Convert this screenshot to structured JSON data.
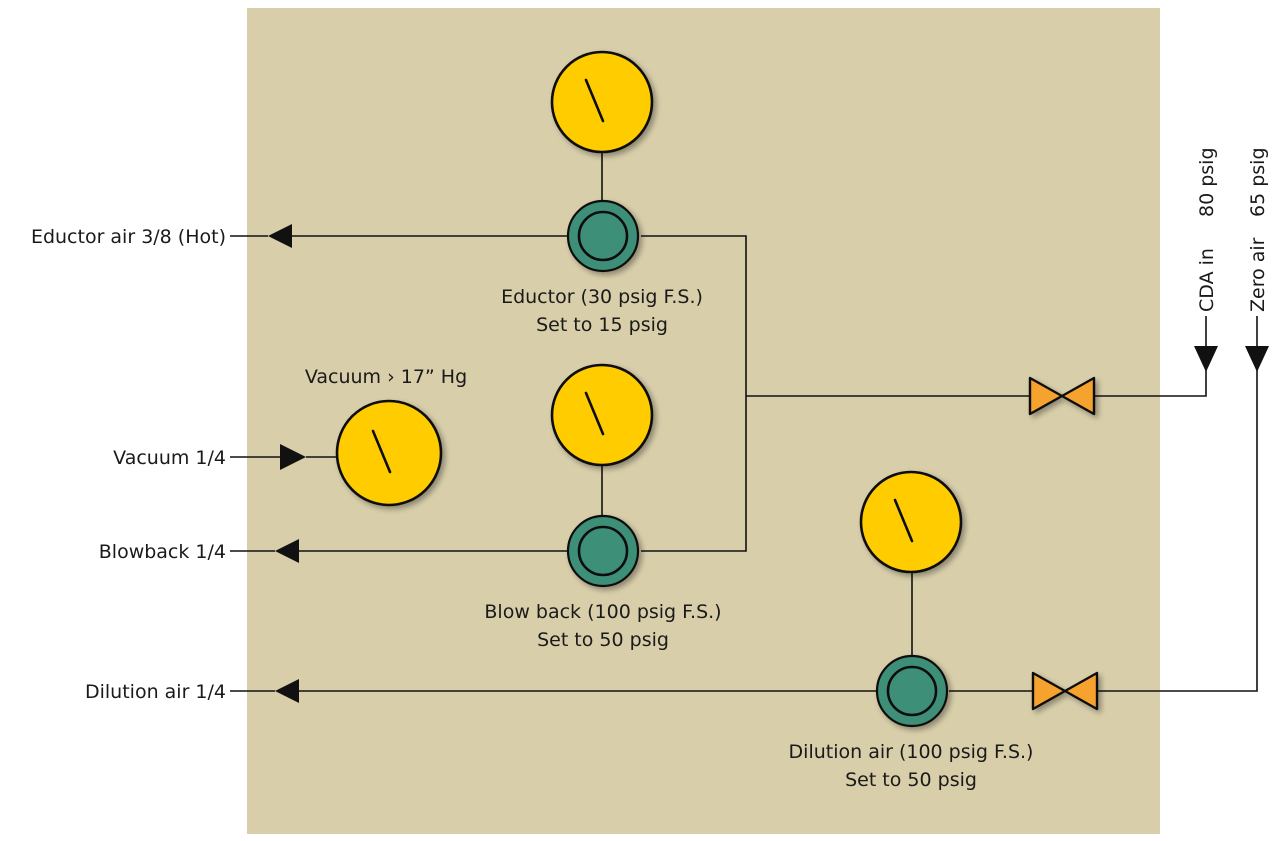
{
  "ports": {
    "eductor_air": "Eductor air 3/8 (Hot)",
    "vacuum": "Vacuum 1/4",
    "blowback": "Blowback 1/4",
    "dilution_air": "Dilution air 1/4"
  },
  "vacuum_gauge": {
    "label": "Vacuum › 17” Hg"
  },
  "regulators": {
    "eductor": {
      "line1": "Eductor (30 psig F.S.)",
      "line2": "Set to 15 psig"
    },
    "blowback": {
      "line1": "Blow back (100 psig F.S.)",
      "line2": "Set to 50 psig"
    },
    "dilution": {
      "line1": "Dilution air (100 psig F.S.)",
      "line2": "Set to 50 psig"
    }
  },
  "supplies": {
    "cda": {
      "name": "CDA in",
      "pressure": "80 psig"
    },
    "zero_air": {
      "name": "Zero air",
      "pressure": "65 psig"
    }
  },
  "colors": {
    "panel": "#d8ceaa",
    "gauge": "#ffcc00",
    "regulator": "#3e8f78",
    "valve": "#f6a22e",
    "line": "#111111"
  }
}
